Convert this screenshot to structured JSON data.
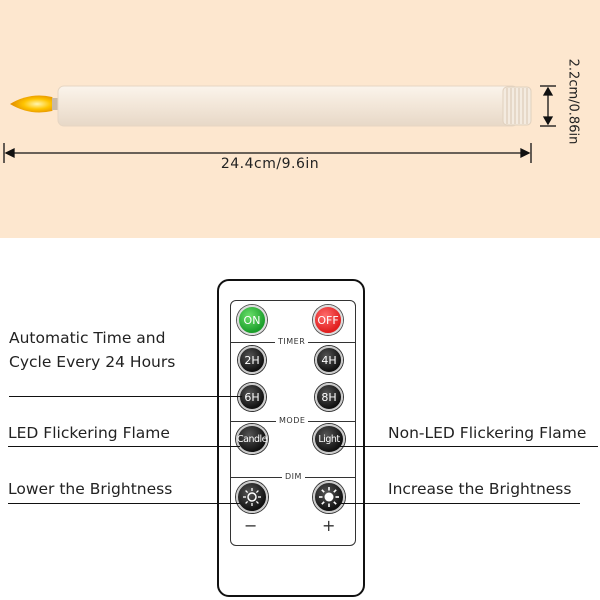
{
  "dimensions": {
    "length": "24.4cm/9.6in",
    "diameter": "2.2cm/0.86in"
  },
  "callouts": {
    "timer_line1": "Automatic Time and",
    "timer_line2": "Cycle Every 24 Hours",
    "led_flicker": "LED Flickering Flame",
    "non_led_flicker": "Non-LED Flickering Flame",
    "lower_brightness": "Lower the Brightness",
    "increase_brightness": "Increase the Brightness"
  },
  "remote": {
    "on_label": "ON",
    "off_label": "OFF",
    "timer_section": "TIMER",
    "timer_2h": "2H",
    "timer_4h": "4H",
    "timer_6h": "6H",
    "timer_8h": "8H",
    "mode_section": "MODE",
    "mode_candle": "Candle",
    "mode_light": "Light",
    "dim_section": "DIM",
    "dim_minus": "−",
    "dim_plus": "+"
  },
  "colors": {
    "top_background": "#fde7cf",
    "on_button": "#1a9e2a",
    "off_button": "#e01e1e",
    "flame": "#f5b400"
  },
  "icons": [
    "sun-dim-icon",
    "sun-bright-icon"
  ]
}
